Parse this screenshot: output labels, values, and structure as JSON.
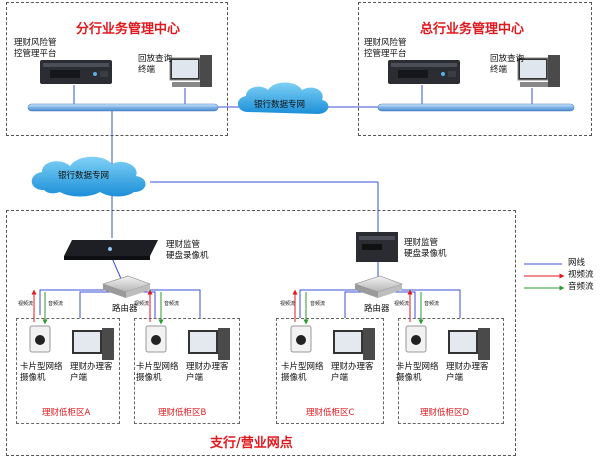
{
  "branch_center": {
    "title": "分行业务管理中心",
    "platform_label": "理财风险管\n控管理平台",
    "terminal_label": "回放查询\n终端"
  },
  "head_center": {
    "title": "总行业务管理中心",
    "platform_label": "理财风险管\n控管理平台",
    "terminal_label": "回放查询\n终端"
  },
  "network": {
    "upper_cloud": "银行数据专网",
    "lower_cloud": "银行数据专网"
  },
  "branch_outlet": {
    "title": "支行/营业网点",
    "nvr_label": "理财监管\n硬盘录像机",
    "router_label": "路由器",
    "zones": [
      {
        "name": "理财低柜区A",
        "camera": "卡片型网络\n摄像机",
        "client": "理财办理客\n户端",
        "video_tag": "视频流",
        "audio_tag": "音频流"
      },
      {
        "name": "理财低柜区B",
        "camera": "卡片型网络\n摄像机",
        "client": "理财办理客\n户端",
        "video_tag": "视频流",
        "audio_tag": "音频流"
      },
      {
        "name": "理财低柜区C",
        "camera": "卡片型网络\n摄像机",
        "client": "理财办理客\n户端",
        "video_tag": "视频流",
        "audio_tag": "音频流"
      },
      {
        "name": "理财低柜区D",
        "camera": "卡片型网络\n摄像机",
        "client": "理财办理客\n户端",
        "video_tag": "视频流",
        "audio_tag": "音频流"
      }
    ]
  },
  "legend": {
    "items": [
      {
        "label": "网线",
        "color": "#3b50d6"
      },
      {
        "label": "视频流",
        "color": "#e0191f"
      },
      {
        "label": "音频流",
        "color": "#2e9b2e"
      }
    ]
  }
}
